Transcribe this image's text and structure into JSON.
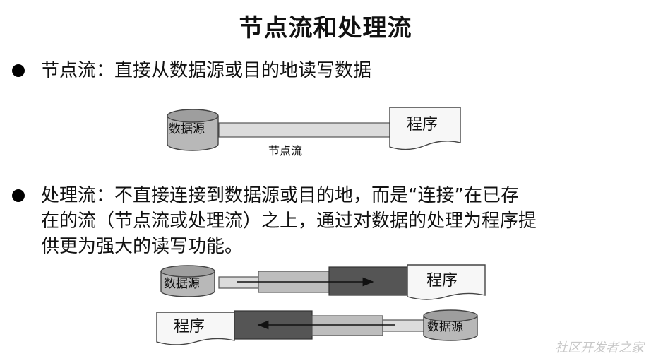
{
  "title": "节点流和处理流",
  "bullet1": {
    "text": "节点流：直接从数据源或目的地读写数据"
  },
  "bullet2": {
    "line1": "处理流：不直接连接到数据源或目的地，而是“连接”在已存",
    "line2": "在的流（节点流或处理流）之上，通过对数据的处理为程序提",
    "line3": "供更为强大的读写功能。"
  },
  "diagram_labels": {
    "datasource": "数据源",
    "program": "程序",
    "node_stream": "节点流"
  },
  "watermark": "社区开发者之家"
}
